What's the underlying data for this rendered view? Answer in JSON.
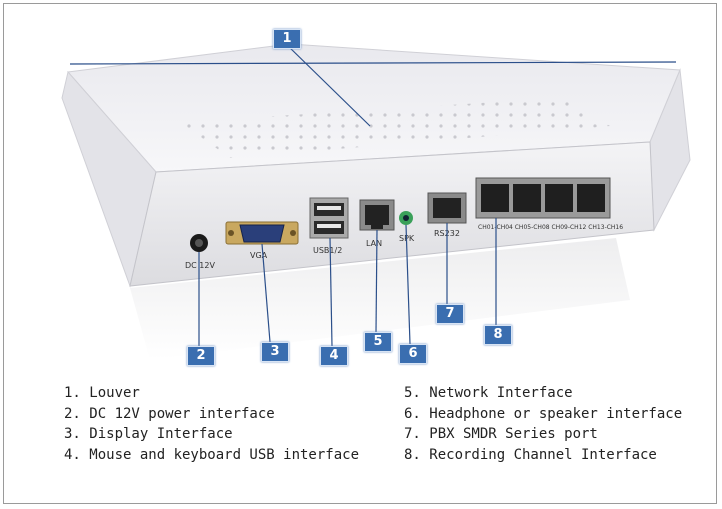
{
  "callouts": [
    {
      "num": "1"
    },
    {
      "num": "2"
    },
    {
      "num": "3"
    },
    {
      "num": "4"
    },
    {
      "num": "5"
    },
    {
      "num": "6"
    },
    {
      "num": "7"
    },
    {
      "num": "8"
    }
  ],
  "port_labels": {
    "dc": "DC 12V",
    "vga": "VGA",
    "usb": "USB1/2",
    "lan": "LAN",
    "spk": "SPK",
    "rs232": "RS232",
    "channels": "CH01-CH04 CH05-CH08 CH09-CH12 CH13-CH16"
  },
  "legend_left": [
    "1. Louver",
    "2. DC 12V power interface",
    "3. Display Interface",
    "4. Mouse and keyboard USB interface"
  ],
  "legend_right": [
    "5. Network Interface",
    "6. Headphone or speaker interface",
    "7. PBX SMDR Series port",
    "8. Recording Channel Interface"
  ],
  "colors": {
    "callout_bg": "#3a6eb0",
    "leader_line": "#2b4f8a",
    "device_body": "#f0f0f2"
  }
}
